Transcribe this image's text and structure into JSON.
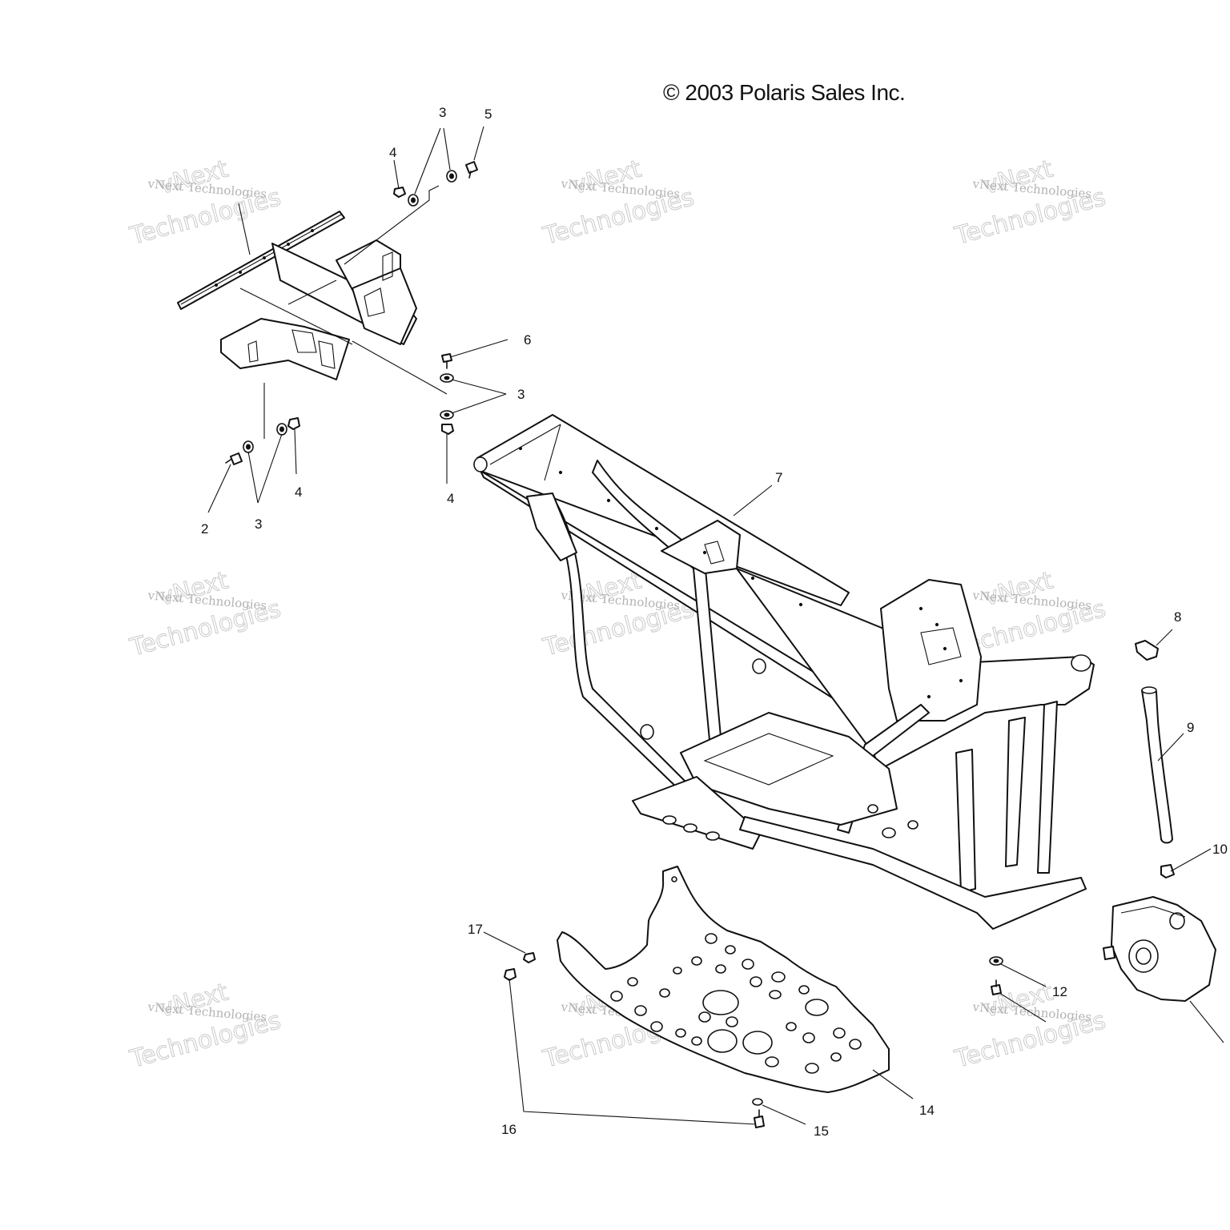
{
  "copyright": "© 2003 Polaris Sales Inc.",
  "watermark": {
    "line1": "vNext",
    "line2": "vNext Technologies",
    "line3": "Technologies"
  },
  "callouts": {
    "c2": "2",
    "c3a": "3",
    "c3b": "3",
    "c3c": "3",
    "c4a": "4",
    "c4b": "4",
    "c4c": "4",
    "c5": "5",
    "c6": "6",
    "c7": "7",
    "c8": "8",
    "c9": "9",
    "c10": "10",
    "c12": "12",
    "c14": "14",
    "c15": "15",
    "c16": "16",
    "c17": "17"
  }
}
